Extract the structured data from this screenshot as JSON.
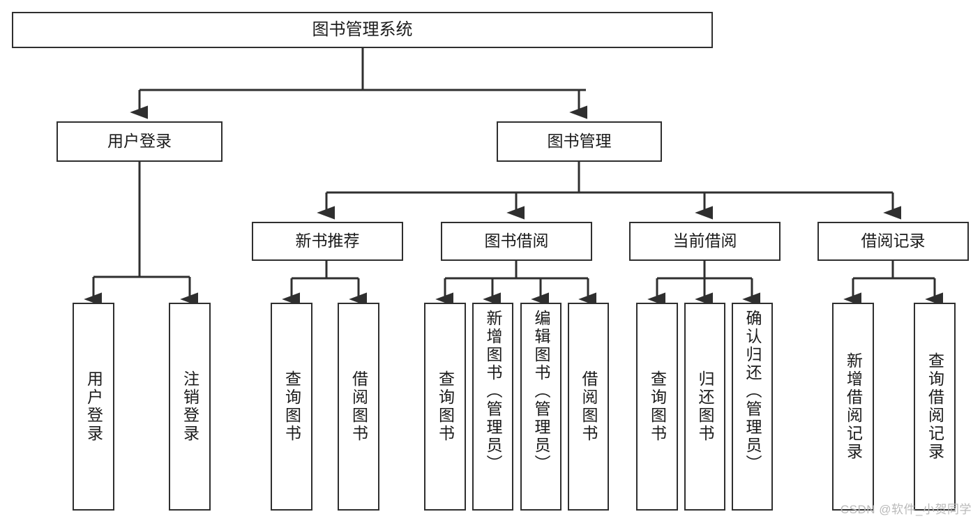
{
  "diagram": {
    "title": "图书管理系统",
    "type": "tree-hierarchy-chart",
    "root": {
      "label": "图书管理系统"
    },
    "level2": [
      {
        "label": "用户登录"
      },
      {
        "label": "图书管理"
      }
    ],
    "level3": [
      {
        "label": "新书推荐"
      },
      {
        "label": "图书借阅"
      },
      {
        "label": "当前借阅"
      },
      {
        "label": "借阅记录"
      }
    ],
    "leaves": {
      "user_login": [
        {
          "label": "用户登录"
        },
        {
          "label": "注销登录"
        }
      ],
      "new_book_recommend": [
        {
          "label": "查询图书"
        },
        {
          "label": "借阅图书"
        }
      ],
      "book_borrow": [
        {
          "label": "查询图书"
        },
        {
          "label": "新增图书（管理员）"
        },
        {
          "label": "编辑图书（管理员）"
        },
        {
          "label": "借阅图书"
        }
      ],
      "current_borrow": [
        {
          "label": "查询图书"
        },
        {
          "label": "归还图书"
        },
        {
          "label": "确认归还（管理员）"
        }
      ],
      "borrow_record": [
        {
          "label": "新增借阅记录"
        },
        {
          "label": "查询借阅记录"
        }
      ]
    }
  },
  "watermark": {
    "text": "CSDN @软件_小贺同学"
  },
  "colors": {
    "stroke": "#2f2f2f",
    "background": "#ffffff",
    "text": "#1a1a1a",
    "watermark": "#b9b9b9"
  }
}
